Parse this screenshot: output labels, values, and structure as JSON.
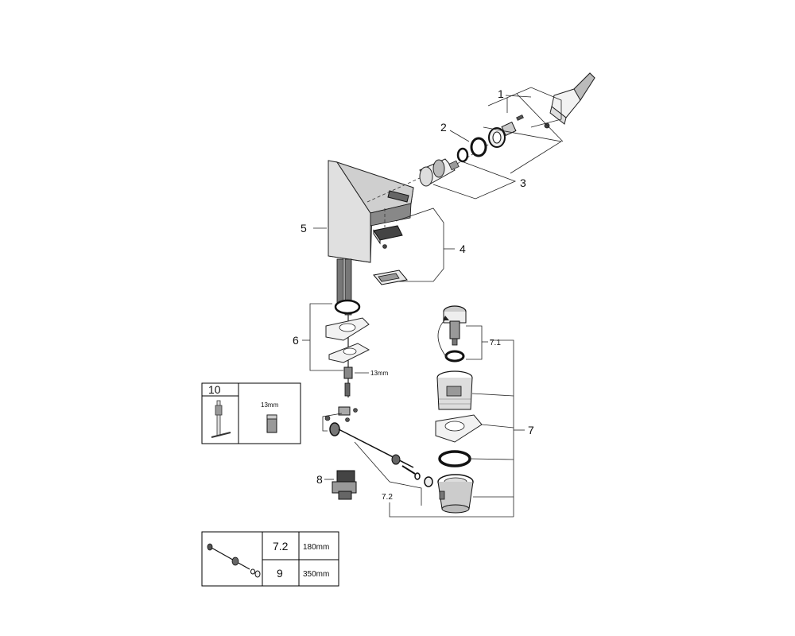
{
  "callouts": {
    "c1": "1",
    "c2": "2",
    "c3": "3",
    "c4": "4",
    "c5": "5",
    "c6": "6",
    "c7": "7",
    "c7_1": "7.1",
    "c7_2": "7.2",
    "c8": "8",
    "wrench_size": "13mm"
  },
  "tool_box": {
    "number": "10",
    "size": "13mm"
  },
  "rod_table": {
    "rows": [
      {
        "part": "7.2",
        "length": "180mm"
      },
      {
        "part": "9",
        "length": "350mm"
      }
    ]
  }
}
